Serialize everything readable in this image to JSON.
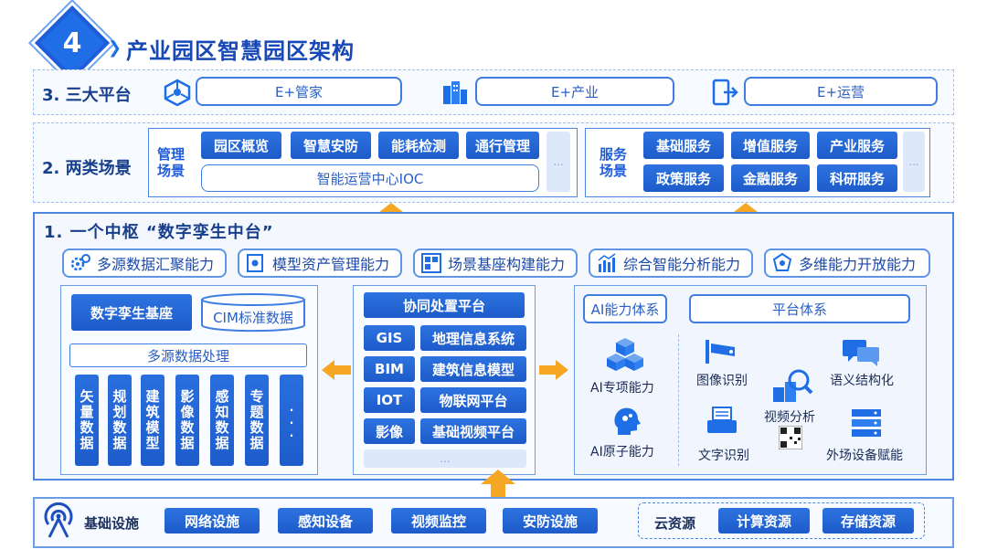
{
  "title": {
    "number": "4",
    "text": "产业园区智慧园区架构"
  },
  "platforms": {
    "label": "3. 三大平台",
    "items": [
      "E+管家",
      "E+产业",
      "E+运营"
    ]
  },
  "scenes": {
    "label": "2. 两类场景",
    "management": {
      "title": "管理\n场景",
      "items": [
        "园区概览",
        "智慧安防",
        "能耗检测",
        "通行管理"
      ],
      "ioc": "智能运营中心IOC",
      "more": "..."
    },
    "service": {
      "title": "服务\n场景",
      "items": [
        "基础服务",
        "增值服务",
        "产业服务",
        "政策服务",
        "金融服务",
        "科研服务"
      ],
      "more": "..."
    }
  },
  "hub": {
    "label": "1. 一个中枢 “数字孪生中台”",
    "capabilities": [
      "多源数据汇聚能力",
      "模型资产管理能力",
      "场景基座构建能力",
      "综合智能分析能力",
      "多维能力开放能力"
    ],
    "base": {
      "title": "数字孪生基座",
      "cim": "CIM标准数据",
      "process": "多源数据处理",
      "cols": [
        "矢量数据",
        "规划数据",
        "建筑模型",
        "影像数据",
        "感知数据",
        "专题数据",
        "..."
      ]
    },
    "collab": {
      "title": "协同处置平台",
      "rows": [
        {
          "left": "GIS",
          "right": "地理信息系统"
        },
        {
          "left": "BIM",
          "right": "建筑信息模型"
        },
        {
          "left": "IOT",
          "right": "物联网平台"
        },
        {
          "left": "影像",
          "right": "基础视频平台"
        }
      ],
      "more": "..."
    },
    "ai": {
      "ability": "AI能力体系",
      "platform": "平台体系",
      "special": "AI专项能力",
      "atomic": "AI原子能力",
      "image_rec": "图像识别",
      "semantic": "语义结构化",
      "video": "视频分析",
      "text_rec": "文字识别",
      "field": "外场设备赋能"
    }
  },
  "infra": {
    "label": "基础设施",
    "items": [
      "网络设施",
      "感知设备",
      "视频监控",
      "安防设施"
    ],
    "cloud": {
      "label": "云资源",
      "items": [
        "计算资源",
        "存储资源"
      ]
    }
  },
  "colors": {
    "primary": "#1f6ee6",
    "dark": "#173f8c",
    "accent": "#f5a623"
  }
}
